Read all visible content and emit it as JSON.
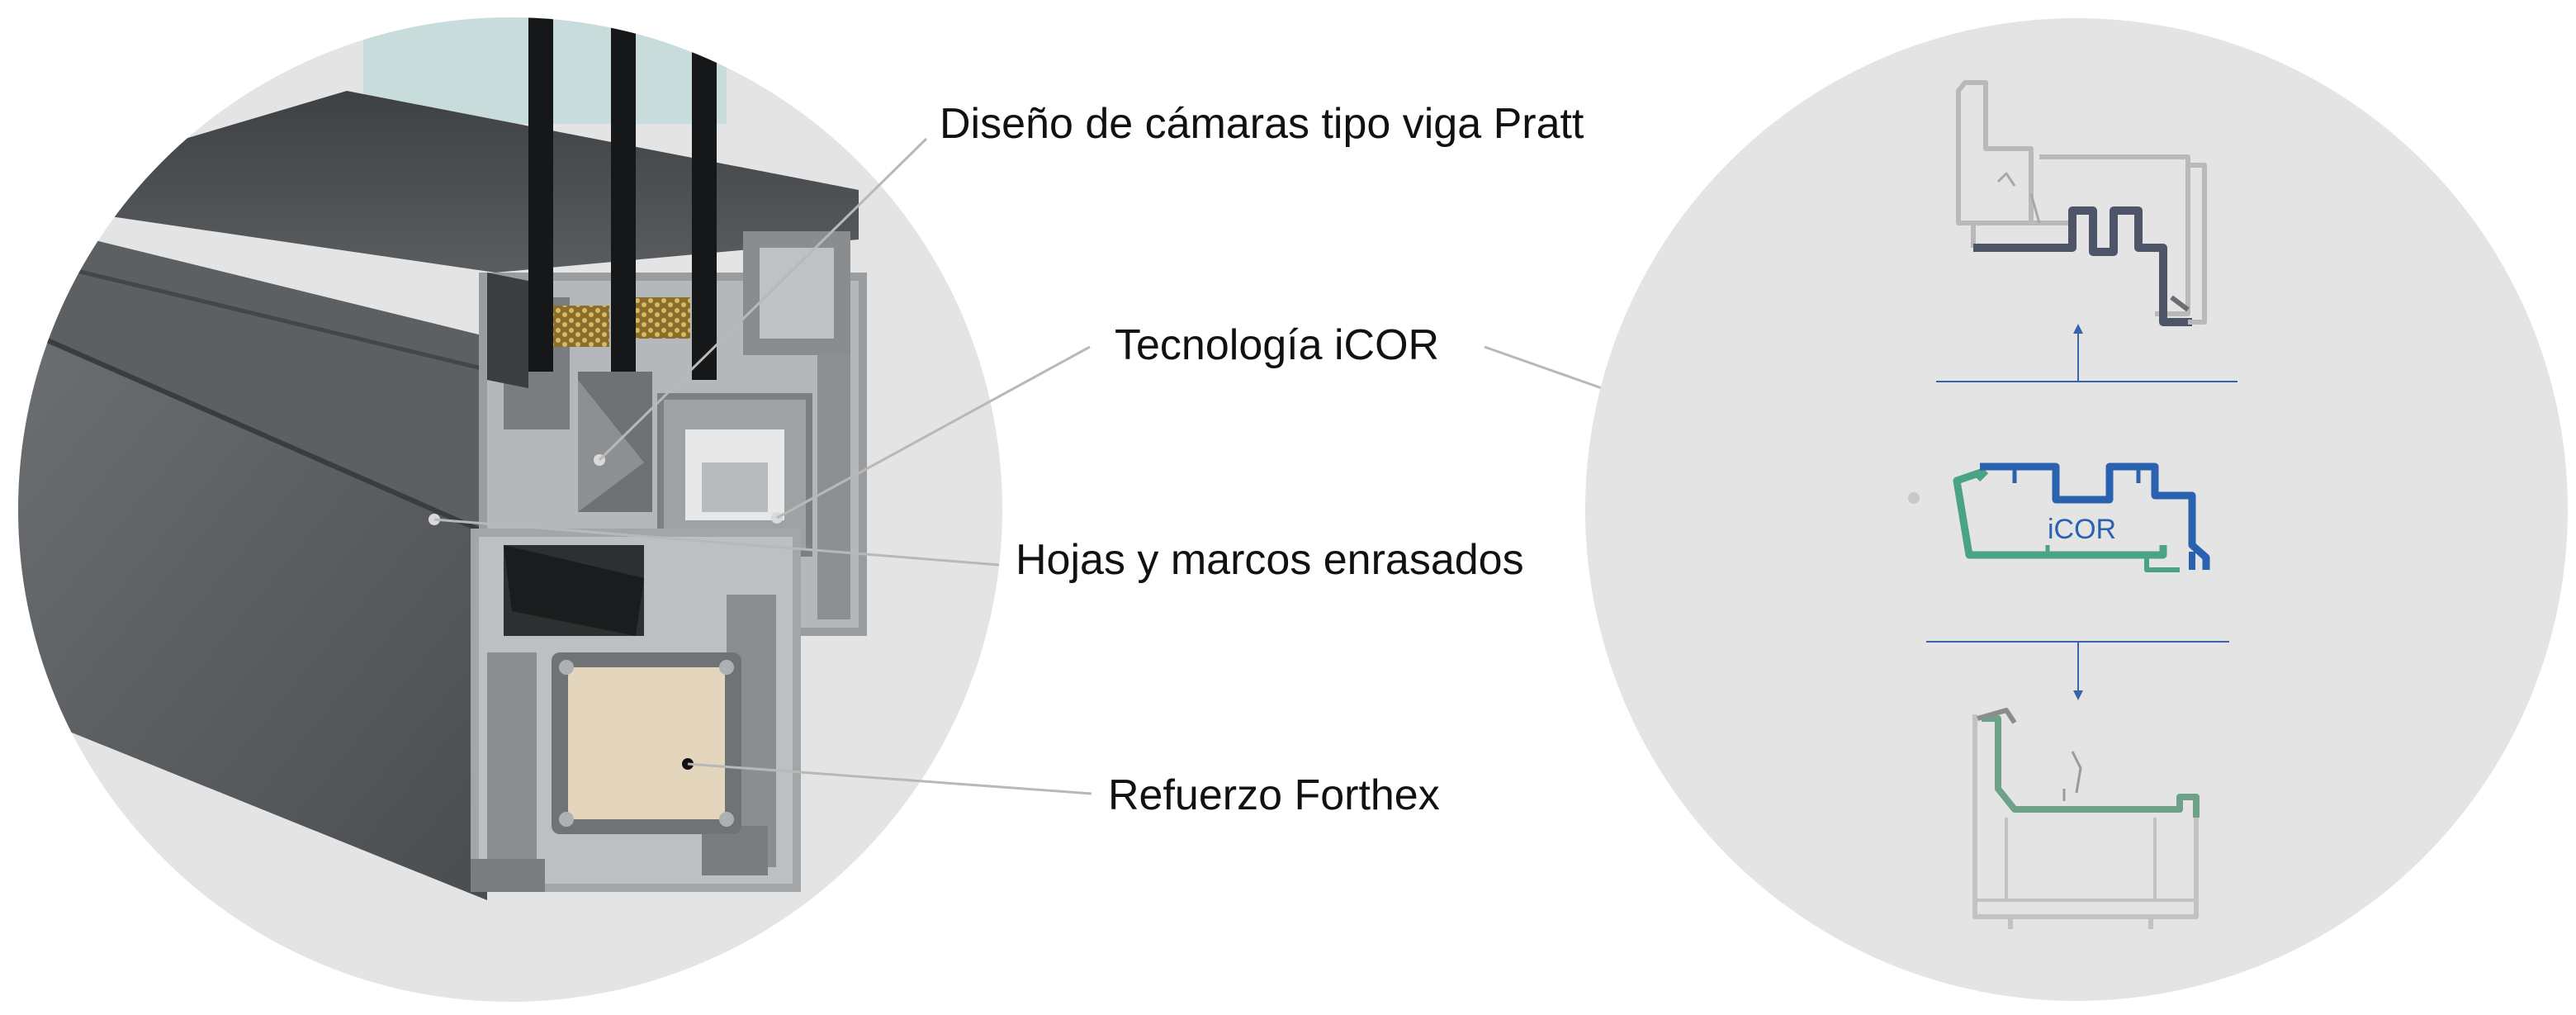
{
  "callouts": {
    "pratt": "Diseño de cámaras tipo viga Pratt",
    "icor": "Tecnología iCOR",
    "flush": "Hojas y marcos enrasados",
    "forthex": "Refuerzo Forthex"
  },
  "diagram": {
    "core_label": "iCOR"
  },
  "colors": {
    "circle_bg": "#e4e4e4",
    "profile_dark": "#56595c",
    "profile_mid": "#6b6e71",
    "glass": "#c8dcdc",
    "reinforcement": "#e3d6bc",
    "icor_blue": "#2a62b0",
    "icor_green": "#4aa383",
    "arrow_blue": "#3a64a8",
    "leader_line": "#b8b8b8"
  }
}
